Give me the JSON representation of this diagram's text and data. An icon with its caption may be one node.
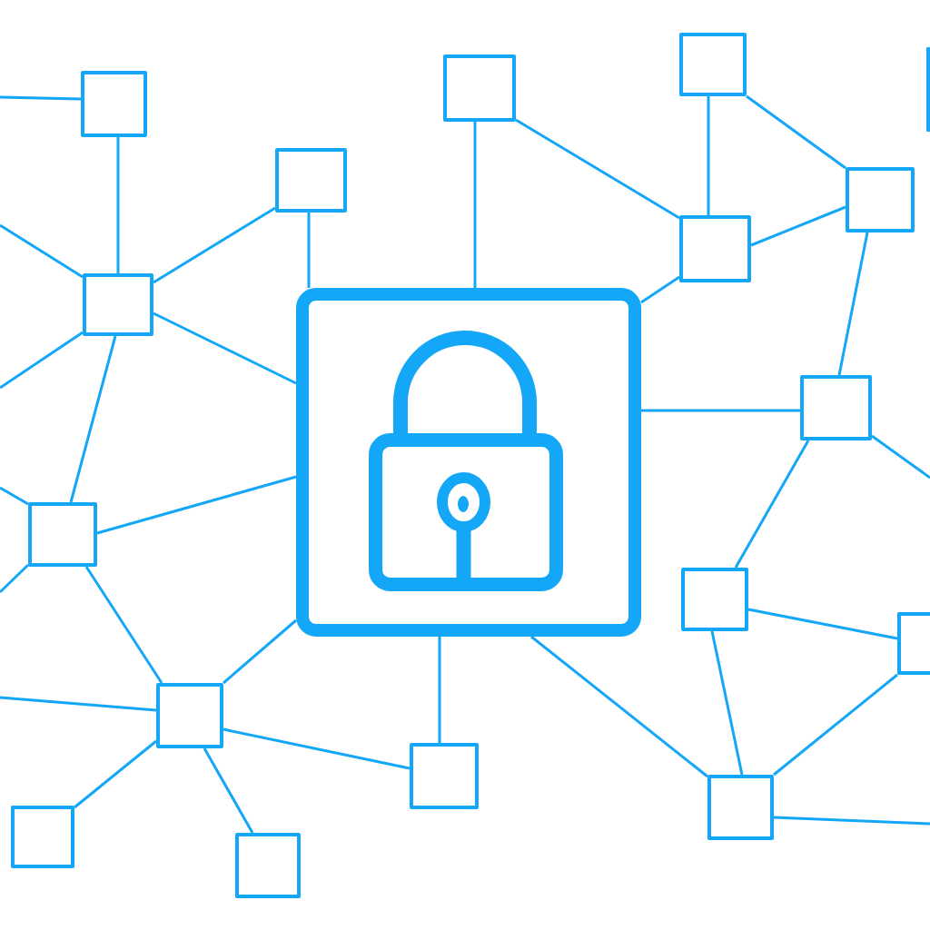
{
  "diagram": {
    "nodes": [
      {
        "text": [],
        "shape": "box"
      },
      {
        "text": [],
        "shape": "box"
      },
      {
        "text": [],
        "shape": "box"
      },
      {
        "text": [],
        "shape": "box"
      },
      {
        "text": [],
        "shape": "box"
      },
      {
        "text": [],
        "shape": "box"
      },
      {
        "text": [],
        "shape": "box"
      },
      {
        "text": [],
        "shape": "box"
      },
      {
        "text": [],
        "shape": "picture"
      },
      {
        "text": [],
        "shape": "box"
      },
      {
        "text": [],
        "shape": "box"
      },
      {
        "text": [],
        "shape": "box"
      },
      {
        "text": [],
        "shape": "box"
      },
      {
        "text": [],
        "shape": "box"
      },
      {
        "text": [],
        "shape": "box"
      },
      {
        "text": [],
        "shape": "box"
      },
      {
        "text": [],
        "shape": "box"
      },
      {
        "text": [],
        "shape": "box"
      }
    ],
    "edges": [
      {
        "from": null,
        "to": 3,
        "arrow": "none"
      },
      {
        "from": 3,
        "to": 7,
        "arrow": "none"
      },
      {
        "from": null,
        "to": 7,
        "arrow": "none"
      },
      {
        "from": 7,
        "to": 4,
        "arrow": "none"
      },
      {
        "from": 4,
        "to": 8,
        "arrow": "none"
      },
      {
        "from": 7,
        "to": null,
        "arrow": "none"
      },
      {
        "from": 7,
        "to": 8,
        "arrow": "none"
      },
      {
        "from": 7,
        "to": 10,
        "arrow": "none"
      },
      {
        "from": 2,
        "to": 8,
        "arrow": "none"
      },
      {
        "from": 2,
        "to": 6,
        "arrow": "none"
      },
      {
        "from": 0,
        "to": 6,
        "arrow": "none"
      },
      {
        "from": 0,
        "to": 5,
        "arrow": "none"
      },
      {
        "from": 6,
        "to": 5,
        "arrow": "none"
      },
      {
        "from": 6,
        "to": 8,
        "arrow": "none"
      },
      {
        "from": 5,
        "to": 9,
        "arrow": "none"
      },
      {
        "from": 8,
        "to": 9,
        "arrow": "none"
      },
      {
        "from": 9,
        "to": null,
        "arrow": "none"
      },
      {
        "from": 9,
        "to": 11,
        "arrow": "none"
      },
      {
        "from": 10,
        "to": 8,
        "arrow": "none"
      },
      {
        "from": null,
        "to": 10,
        "arrow": "none"
      },
      {
        "from": 10,
        "to": null,
        "arrow": "none"
      },
      {
        "from": 10,
        "to": 13,
        "arrow": "none"
      },
      {
        "from": 8,
        "to": 13,
        "arrow": "none"
      },
      {
        "from": null,
        "to": 13,
        "arrow": "none"
      },
      {
        "from": 13,
        "to": 14,
        "arrow": "none"
      },
      {
        "from": 13,
        "to": 16,
        "arrow": "none"
      },
      {
        "from": 13,
        "to": 17,
        "arrow": "none"
      },
      {
        "from": 8,
        "to": 14,
        "arrow": "none"
      },
      {
        "from": 8,
        "to": 15,
        "arrow": "none"
      },
      {
        "from": 11,
        "to": 12,
        "arrow": "none"
      },
      {
        "from": 11,
        "to": 15,
        "arrow": "none"
      },
      {
        "from": 12,
        "to": 15,
        "arrow": "none"
      },
      {
        "from": 15,
        "to": null,
        "arrow": "none"
      }
    ]
  }
}
